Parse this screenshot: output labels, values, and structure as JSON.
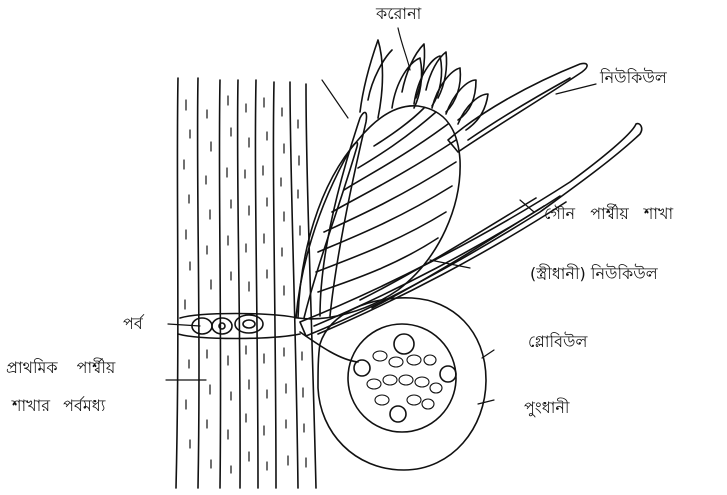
{
  "labels": {
    "corona": "করোনা",
    "nucule": "নিউকিউল",
    "secondary_branch": "গৌন পার্শ্বীয় শাখা",
    "oogonium_nucule": "(স্ত্রীধানী) নিউকিউল",
    "globule": "গ্লোবিউল",
    "antheridium": "পুংধানী",
    "node": "পর্ব",
    "primary_internode_line1": "প্রাথমিক পার্শ্বীয়",
    "primary_internode_line2": "শাখার পর্বমধ্য"
  },
  "colors": {
    "ink": "#111111",
    "background": "#ffffff"
  }
}
